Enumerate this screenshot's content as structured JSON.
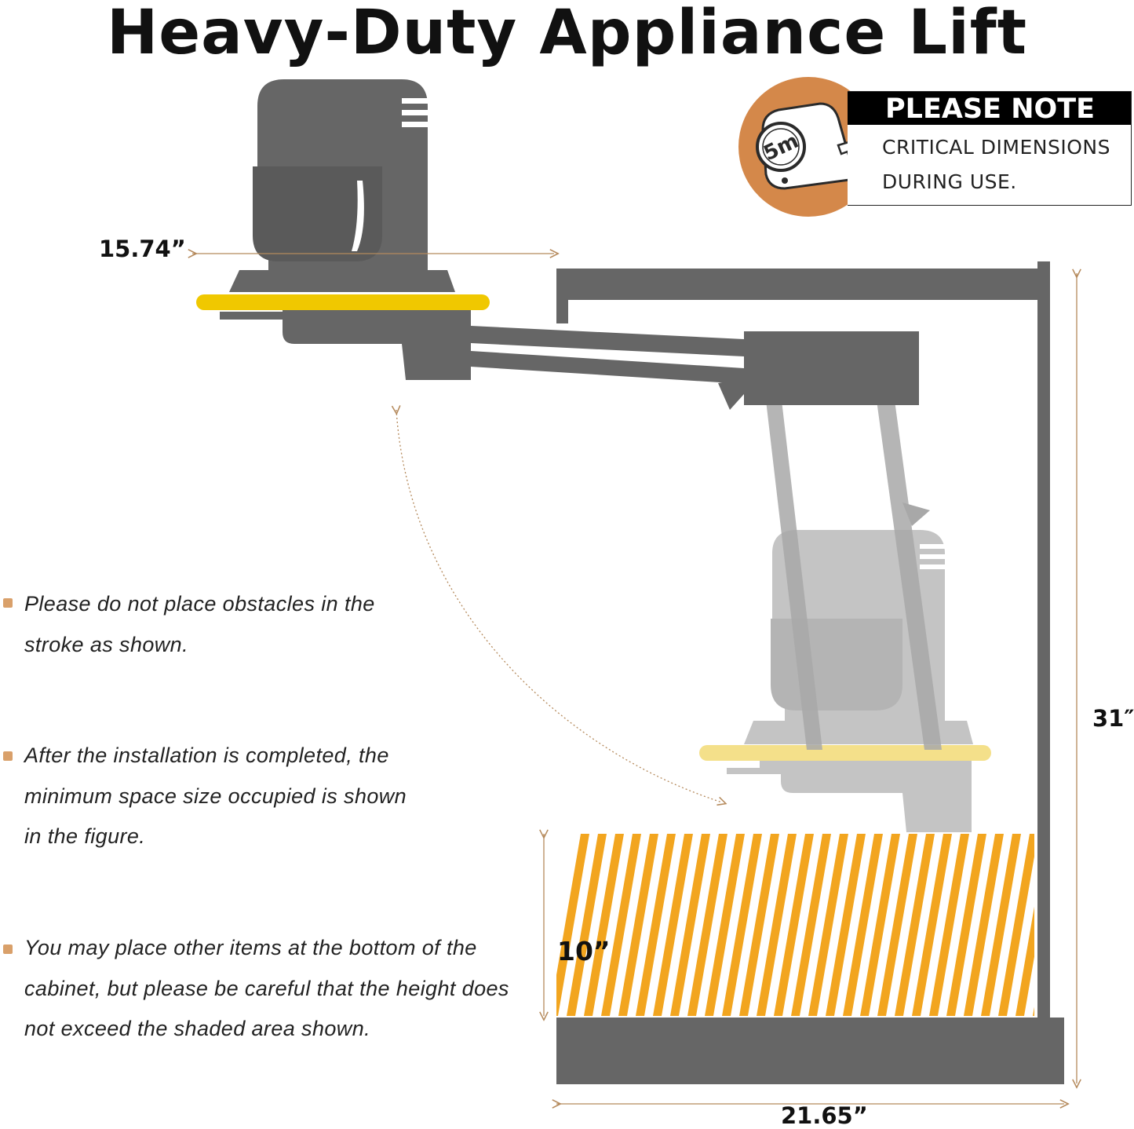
{
  "title": "Heavy-Duty Appliance Lift",
  "note": {
    "heading": "PLEASE NOTE",
    "lines": [
      "CRITICAL DIMENSIONS",
      "DURING USE."
    ],
    "badge_icon": "tape-measure-icon",
    "tape_label": "5m"
  },
  "dimensions": {
    "platform_width": "15.74”",
    "total_height": "31″",
    "shaded_height": "10”",
    "cabinet_width": "21.65”"
  },
  "instructions": [
    {
      "lines": [
        "Please do not place obstacles in the",
        "stroke as shown."
      ]
    },
    {
      "lines": [
        "After the installation is completed, the",
        "minimum space size occupied is shown",
        "in the figure."
      ]
    },
    {
      "lines": [
        "You may place other items at the bottom of the",
        "cabinet, but please be careful that the height does",
        "not exceed the shaded area shown."
      ]
    }
  ],
  "colors": {
    "machine_gray": "#666666",
    "ghost_gray": "#c4c4c4",
    "platform_yellow": "#f0c800",
    "ghost_yellow": "#f4e08a",
    "stripe_orange": "#f2a51f",
    "badge_orange": "#d4884a",
    "dimension_line": "#b58a5c"
  }
}
